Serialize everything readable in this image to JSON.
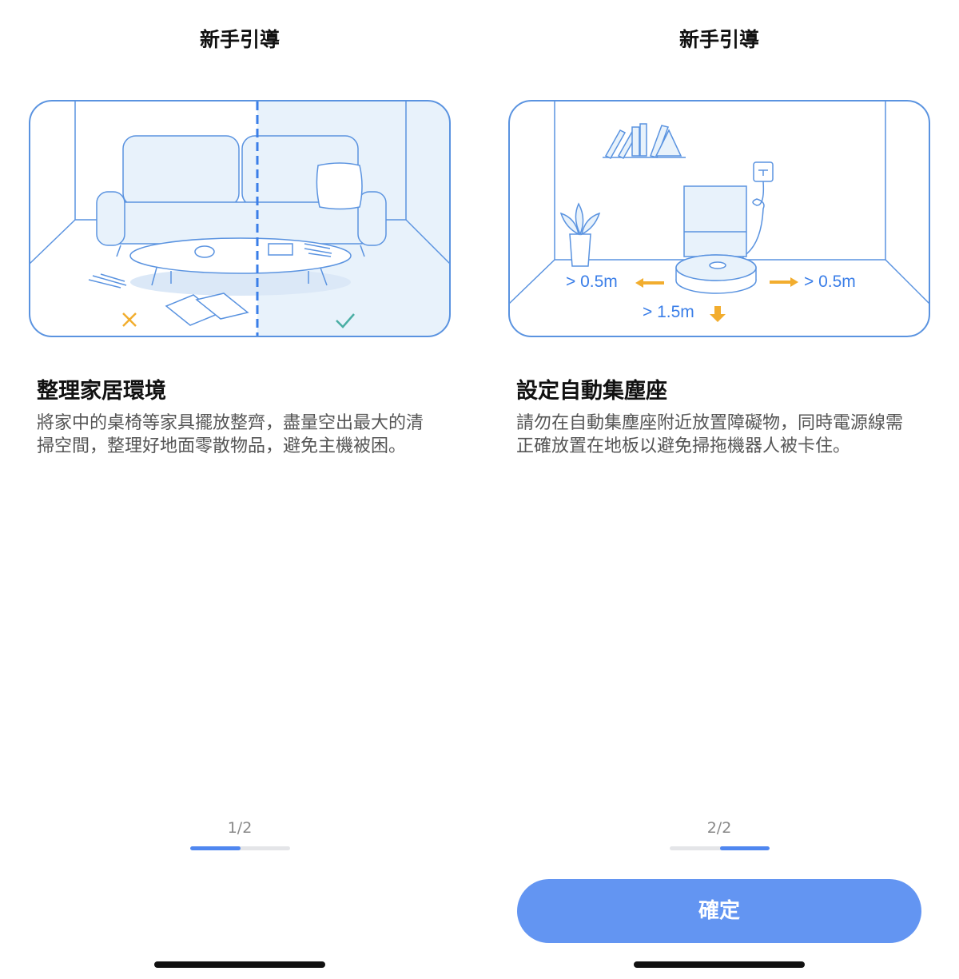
{
  "screens": [
    {
      "nav_title": "新手引導",
      "title": "整理家居環境",
      "description": "將家中的桌椅等家具擺放整齊，盡量空出最大的清掃空間，整理好地面零散物品，避免主機被困。",
      "page_counter": "1/2",
      "progress_value": 0.5
    },
    {
      "nav_title": "新手引導",
      "title": "設定自動集塵座",
      "description": "請勿在自動集塵座附近放置障礙物，同時電源線需正確放置在地板以避免掃拖機器人被卡住。",
      "page_counter": "2/2",
      "progress_value": 1.0,
      "illustration_labels": {
        "left_distance": "> 0.5m",
        "right_distance": "> 0.5m",
        "front_distance": "> 1.5m"
      },
      "confirm_label": "確定"
    }
  ],
  "colors": {
    "line_blue": "#5a93e0",
    "light_blue": "#e8f2fb",
    "accent_orange": "#f2ad2e",
    "check_teal": "#4aaea4",
    "button_blue": "#6395f2",
    "progress_blue": "#4f87f0"
  },
  "icons": [
    "cross-icon",
    "check-icon",
    "arrow-left-icon",
    "arrow-right-icon",
    "arrow-down-icon"
  ]
}
